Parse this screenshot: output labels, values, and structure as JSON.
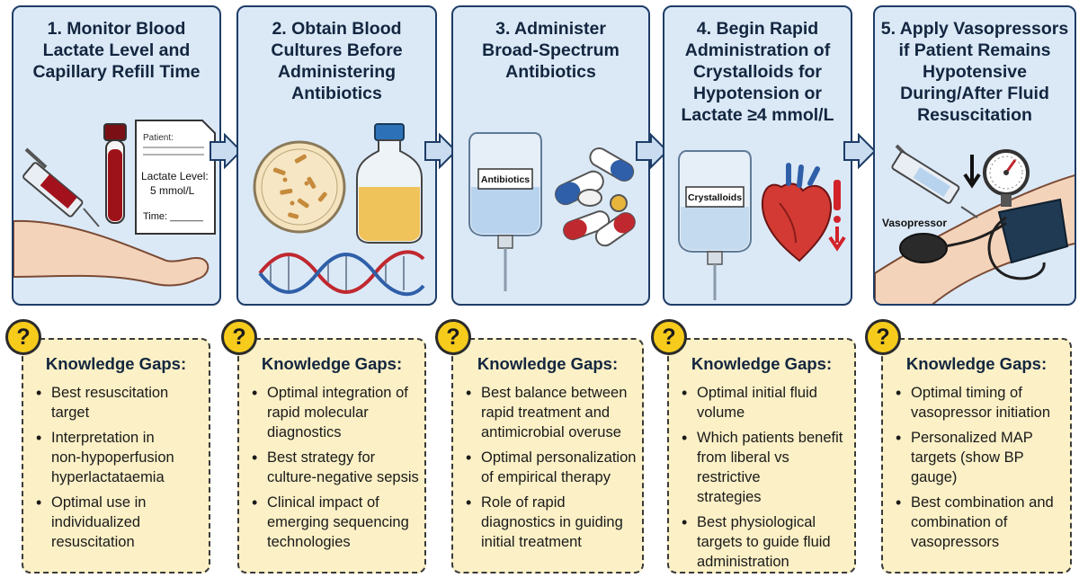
{
  "steps": [
    {
      "title_lines": [
        "1. Monitor Blood",
        "Lactate Level and",
        "Capillary Refill Time"
      ],
      "note": {
        "patient": "Patient:",
        "lactate_line1": "Lactate Level:",
        "lactate_line2": "5 mmol/L",
        "time": "Time: ______"
      }
    },
    {
      "title_lines": [
        "2. Obtain Blood",
        "Cultures Before",
        "Administering",
        "Antibiotics"
      ]
    },
    {
      "title_lines": [
        "3. Administer",
        "Broad-Spectrum",
        "Antibiotics"
      ],
      "bag_label": "Antibiotics"
    },
    {
      "title_lines": [
        "4. Begin Rapid",
        "Administration of",
        "Crystalloids for",
        "Hypotension or",
        "Lactate ≥4 mmol/L"
      ],
      "bag_label": "Crystalloids"
    },
    {
      "title_lines": [
        "5. Apply Vasopressors",
        "if Patient Remains",
        "Hypotensive",
        "During/After Fluid",
        "Resuscitation"
      ],
      "drug_label": "Vasopressor"
    }
  ],
  "gaps": [
    {
      "icon": "?",
      "title": "Knowledge Gaps:",
      "items": [
        [
          "Best resuscitation",
          "target"
        ],
        [
          "Interpretation in",
          "non-hypoperfusion",
          "hyperlactataemia"
        ],
        [
          "Optimal use in",
          "individualized",
          "resuscitation"
        ]
      ]
    },
    {
      "icon": "?",
      "title": "Knowledge Gaps:",
      "items": [
        [
          "Optimal integration of",
          "rapid molecular",
          "diagnostics"
        ],
        [
          "Best strategy for",
          "culture-negative sepsis"
        ],
        [
          "Clinical impact of",
          "emerging sequencing",
          "technologies"
        ]
      ]
    },
    {
      "icon": "?",
      "title": "Knowledge Gaps:",
      "items": [
        [
          "Best balance between",
          "rapid treatment and",
          "antimicrobial overuse"
        ],
        [
          "Optimal personalization",
          "of empirical therapy"
        ],
        [
          "Role of rapid",
          "diagnostics in guiding",
          "initial treatment"
        ]
      ]
    },
    {
      "icon": "?",
      "title": "Knowledge Gaps:",
      "items": [
        [
          "Optimal initial fluid",
          "volume"
        ],
        [
          "Which patients benefit",
          "from liberal vs restrictive",
          "strategies"
        ],
        [
          "Best physiological",
          "targets to guide fluid",
          "administration"
        ]
      ]
    },
    {
      "icon": "?",
      "title": "Knowledge Gaps:",
      "items": [
        [
          "Optimal timing of",
          "vasopressor initiation"
        ],
        [
          "Personalized MAP",
          "targets (show BP gauge)"
        ],
        [
          "Best combination and",
          "combination of",
          "vasopressors"
        ]
      ]
    }
  ]
}
